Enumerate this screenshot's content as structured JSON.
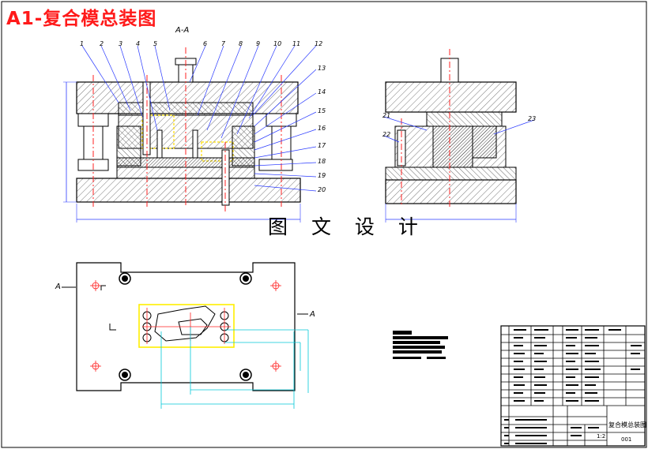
{
  "title": "A1-复合模总装图",
  "watermark": "图 文 设 计",
  "section_label": "A-A",
  "view_mark_left": "A",
  "view_mark_right": "A",
  "part_numbers": [
    "1",
    "2",
    "3",
    "4",
    "5",
    "6",
    "7",
    "8",
    "9",
    "10",
    "11",
    "12",
    "13",
    "14",
    "15",
    "16",
    "17",
    "18",
    "19",
    "20",
    "21",
    "22",
    "23"
  ],
  "title_block": {
    "drawing_name": "复合模总装图",
    "drawing_code": "001",
    "scale": "1:2"
  },
  "colors": {
    "title": "#ff1a1a",
    "centerline": "#ff2020",
    "outline": "#000000",
    "dimension": "#00c8d8",
    "leader": "#2a3aff",
    "hatch": "#555555",
    "highlight": "#ffff00"
  }
}
